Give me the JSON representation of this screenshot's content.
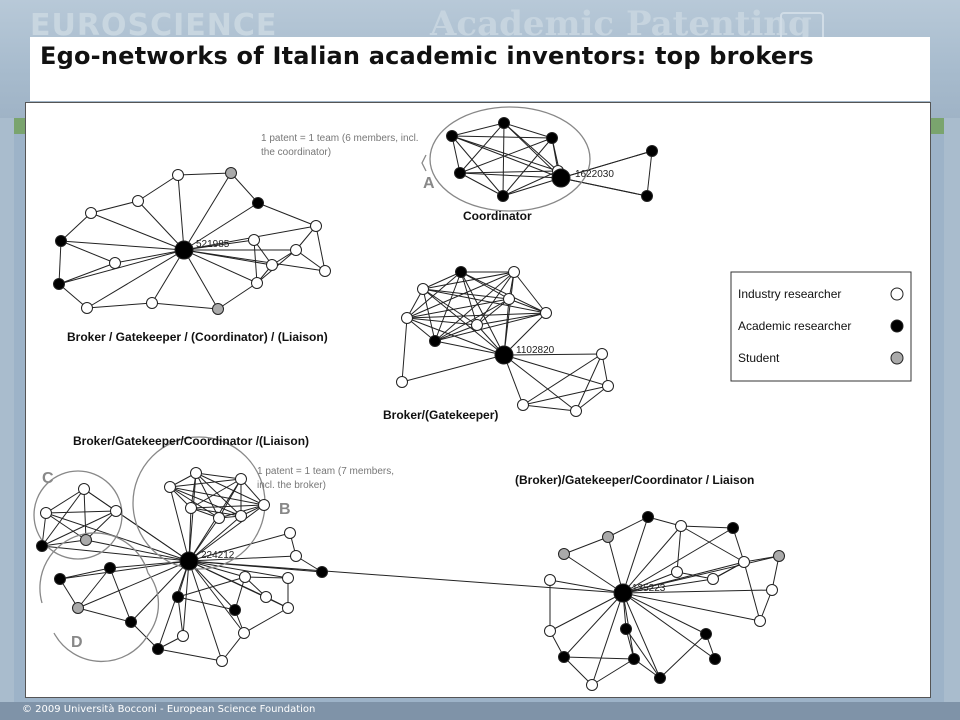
{
  "slide": {
    "title": "Ego-networks of Italian academic inventors: top brokers",
    "footer": "© 2009 Università Bocconi - European Science Foundation"
  },
  "diagram": {
    "networks": [
      {
        "ego_id": "521985",
        "role_label": "Broker / Gatekeeper / (Coordinator) / (Liaison)"
      },
      {
        "ego_id": "1622030",
        "role_label": "Coordinator"
      },
      {
        "ego_id": "1102820",
        "role_label": "Broker/(Gatekeeper)"
      },
      {
        "ego_id": "224212",
        "role_label": "Broker/Gatekeeper/Coordinator /(Liaison)"
      },
      {
        "ego_id": "135223",
        "role_label": "(Broker)/Gatekeeper/Coordinator / Liaison"
      }
    ],
    "annotations": {
      "team_a_line1": "1 patent = 1 team (6 members, incl.",
      "team_a_line2": "the coordinator)",
      "team_b_line1": "1 patent = 1 team (7 members,",
      "team_b_line2": "incl. the broker)"
    },
    "cluster_letters": {
      "a": "A",
      "b": "B",
      "c": "C",
      "d": "D"
    },
    "legend": [
      {
        "label": "Industry researcher",
        "color": "#ffffff"
      },
      {
        "label": "Academic researcher",
        "color": "#000000"
      },
      {
        "label": "Student",
        "color": "#aaaaaa"
      }
    ]
  }
}
